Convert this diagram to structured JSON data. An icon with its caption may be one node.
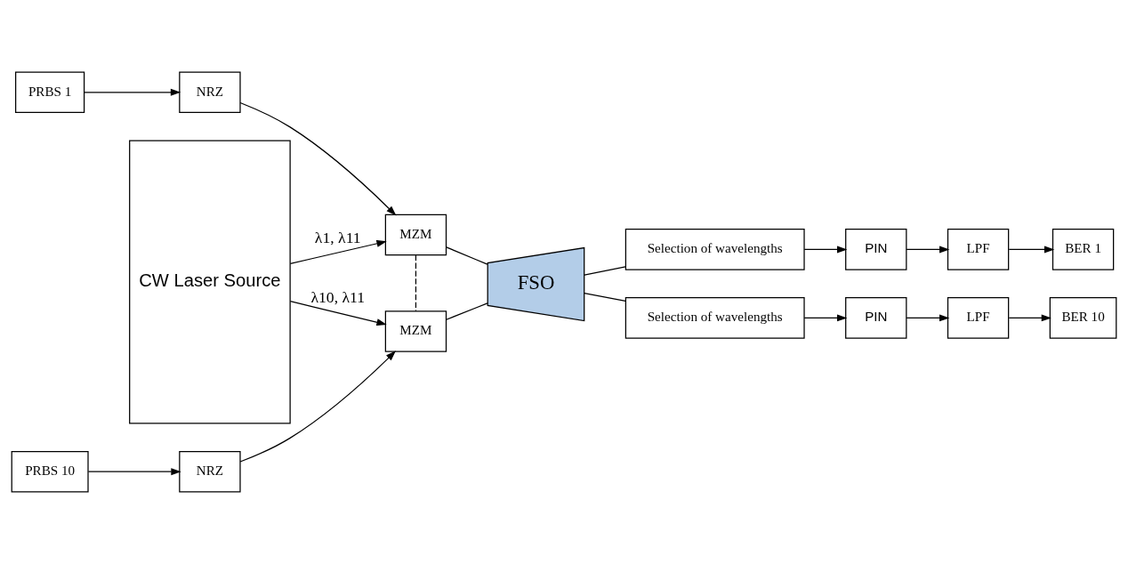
{
  "diagram": {
    "nodes": [
      {
        "text": [
          "CW Laser Source"
        ]
      },
      {
        "text": [
          "PRBS 1"
        ]
      },
      {
        "text": [
          "NRZ"
        ]
      },
      {
        "text": [
          "MZM"
        ]
      },
      {
        "text": [
          "PRBS 10"
        ]
      },
      {
        "text": [
          "NRZ"
        ]
      },
      {
        "text": [
          "MZM"
        ]
      },
      {
        "text": [
          "FSO"
        ]
      },
      {
        "text": [
          "Selection of wavelengths"
        ]
      },
      {
        "text": [
          "PIN"
        ]
      },
      {
        "text": [
          "LPF"
        ]
      },
      {
        "text": [
          "BER 1"
        ]
      },
      {
        "text": [
          "Selection of wavelengths"
        ]
      },
      {
        "text": [
          "PIN"
        ]
      },
      {
        "text": [
          "LPF"
        ]
      },
      {
        "text": [
          "BER 10"
        ]
      }
    ],
    "edges": [
      {
        "from": 1,
        "to": 2,
        "arrow": "to"
      },
      {
        "from": 2,
        "to": 3,
        "arrow": "to"
      },
      {
        "from": 0,
        "to": 3,
        "arrow": "to",
        "label": "λ1, λ11"
      },
      {
        "from": 3,
        "to": 6,
        "arrow": "none",
        "style": "dashed"
      },
      {
        "from": 4,
        "to": 5,
        "arrow": "to"
      },
      {
        "from": 5,
        "to": 6,
        "arrow": "to"
      },
      {
        "from": 0,
        "to": 6,
        "arrow": "to",
        "label": "λ10, λ11"
      },
      {
        "from": 3,
        "to": 7,
        "arrow": "none"
      },
      {
        "from": 6,
        "to": 7,
        "arrow": "none"
      },
      {
        "from": 7,
        "to": 8,
        "arrow": "none"
      },
      {
        "from": 7,
        "to": 12,
        "arrow": "none"
      },
      {
        "from": 8,
        "to": 9,
        "arrow": "to"
      },
      {
        "from": 9,
        "to": 10,
        "arrow": "to"
      },
      {
        "from": 10,
        "to": 11,
        "arrow": "to"
      },
      {
        "from": 12,
        "to": 13,
        "arrow": "to"
      },
      {
        "from": 13,
        "to": 14,
        "arrow": "to"
      },
      {
        "from": 14,
        "to": 15,
        "arrow": "to"
      }
    ]
  }
}
